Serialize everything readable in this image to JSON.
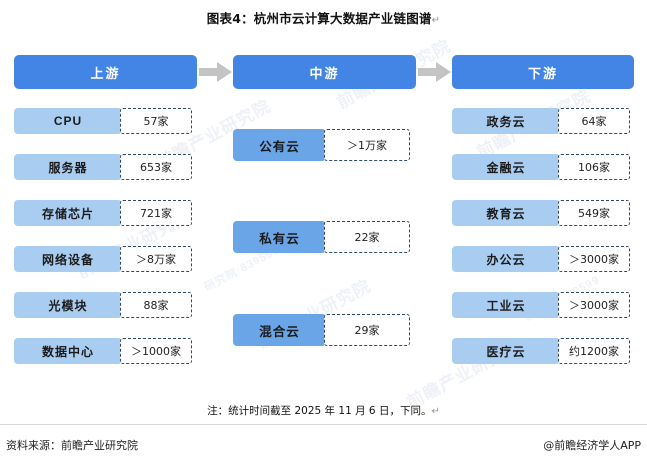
{
  "title": "图表4：杭州市云计算大数据产业链图谱",
  "title_mark": "↵",
  "colors": {
    "header_bar": "#4385e4",
    "side_label": "#a9cdf1",
    "mid_label": "#6aa5e8",
    "value_border": "#2e4a6b",
    "arrow": "#c4c4c4"
  },
  "headers": [
    {
      "label": "上游",
      "name": "header-upstream"
    },
    {
      "label": "中游",
      "name": "header-midstream"
    },
    {
      "label": "下游",
      "name": "header-downstream"
    }
  ],
  "upstream": {
    "items": [
      {
        "label": "CPU",
        "value": "57家"
      },
      {
        "label": "服务器",
        "value": "653家"
      },
      {
        "label": "存储芯片",
        "value": "721家"
      },
      {
        "label": "网络设备",
        "value": "＞8万家"
      },
      {
        "label": "光模块",
        "value": "88家"
      },
      {
        "label": "数据中心",
        "value": "＞1000家"
      }
    ]
  },
  "midstream": {
    "items": [
      {
        "label": "公有云",
        "value": "＞1万家"
      },
      {
        "label": "私有云",
        "value": "22家"
      },
      {
        "label": "混合云",
        "value": "29家"
      }
    ]
  },
  "downstream": {
    "items": [
      {
        "label": "政务云",
        "value": "64家"
      },
      {
        "label": "金融云",
        "value": "106家"
      },
      {
        "label": "教育云",
        "value": "549家"
      },
      {
        "label": "办公云",
        "value": "＞3000家"
      },
      {
        "label": "工业云",
        "value": "＞3000家"
      },
      {
        "label": "医疗云",
        "value": "约1200家"
      }
    ]
  },
  "note": "注：统计时间截至 2025 年 11 月 6 日，下同。",
  "note_mark": "↵",
  "footer": {
    "source": "资料来源：前瞻产业研究院",
    "brand": "@前瞻经济学人APP"
  },
  "watermarks": [
    "前瞻产业研究院",
    "前瞻产业研究院",
    "前瞻产业研究院"
  ]
}
